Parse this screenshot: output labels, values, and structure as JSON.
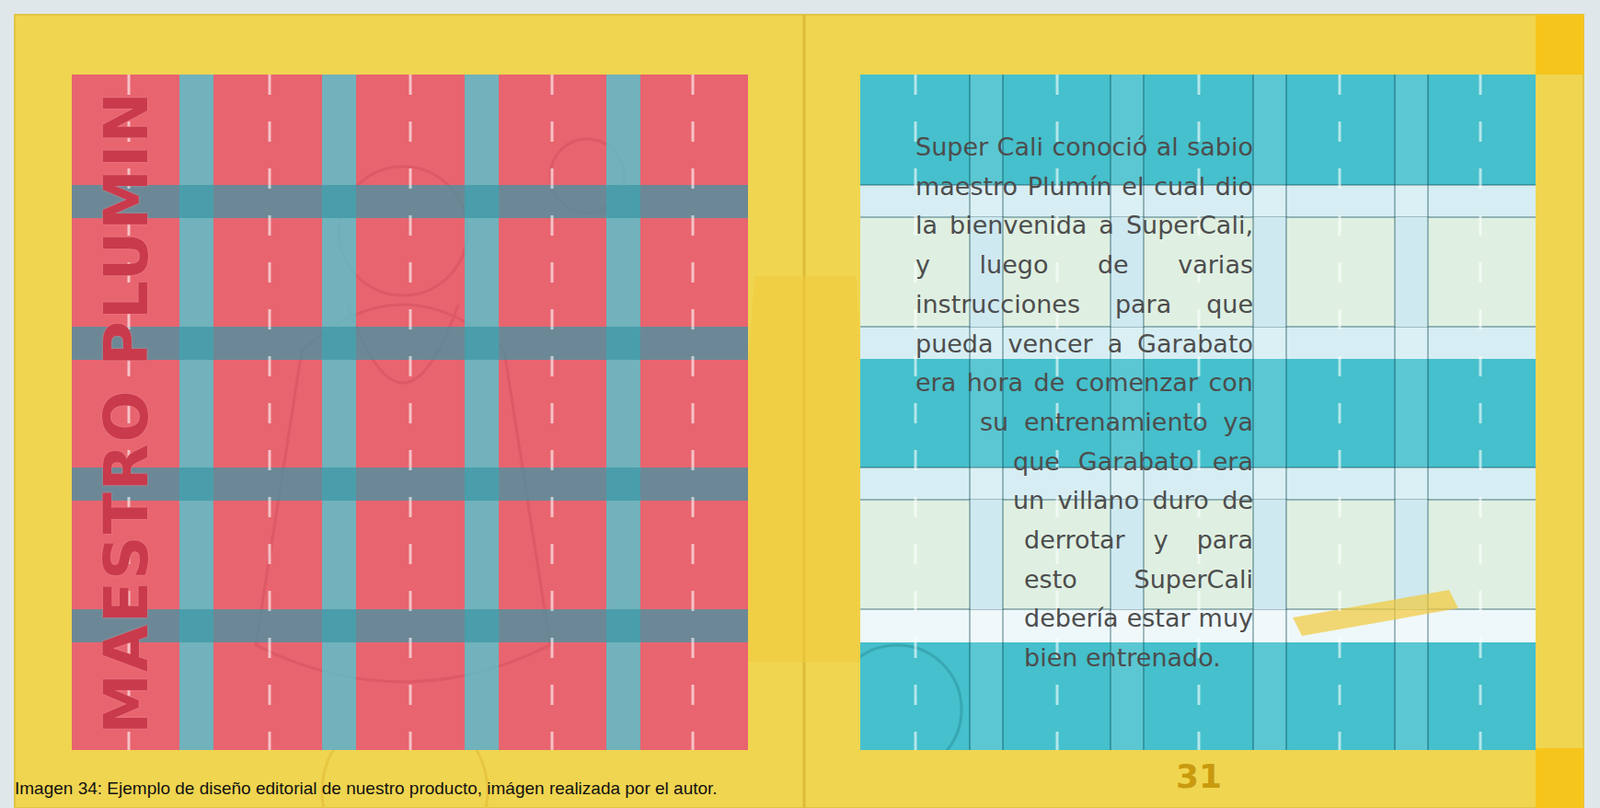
{
  "diagram": {
    "caption": "Imagen 34: Ejemplo de diseño editorial de nuestro producto, imágen realizada por el autor.",
    "nodes": [
      {
        "text": [
          "MAESTRO PLUMIN"
        ]
      },
      {
        "text": [
          "Super Cali conoció al sabio maestro Plumín el cual dio la bienvenida a SuperCali, y luego de varias instrucciones para que pueda vencer a Garabato era hora de comenzar con su entrenamiento ya que Garabato era un villano duro de derrotar y para esto SuperCali debería estar muy bien entrenado."
        ]
      }
    ],
    "labels": [
      "31"
    ]
  }
}
